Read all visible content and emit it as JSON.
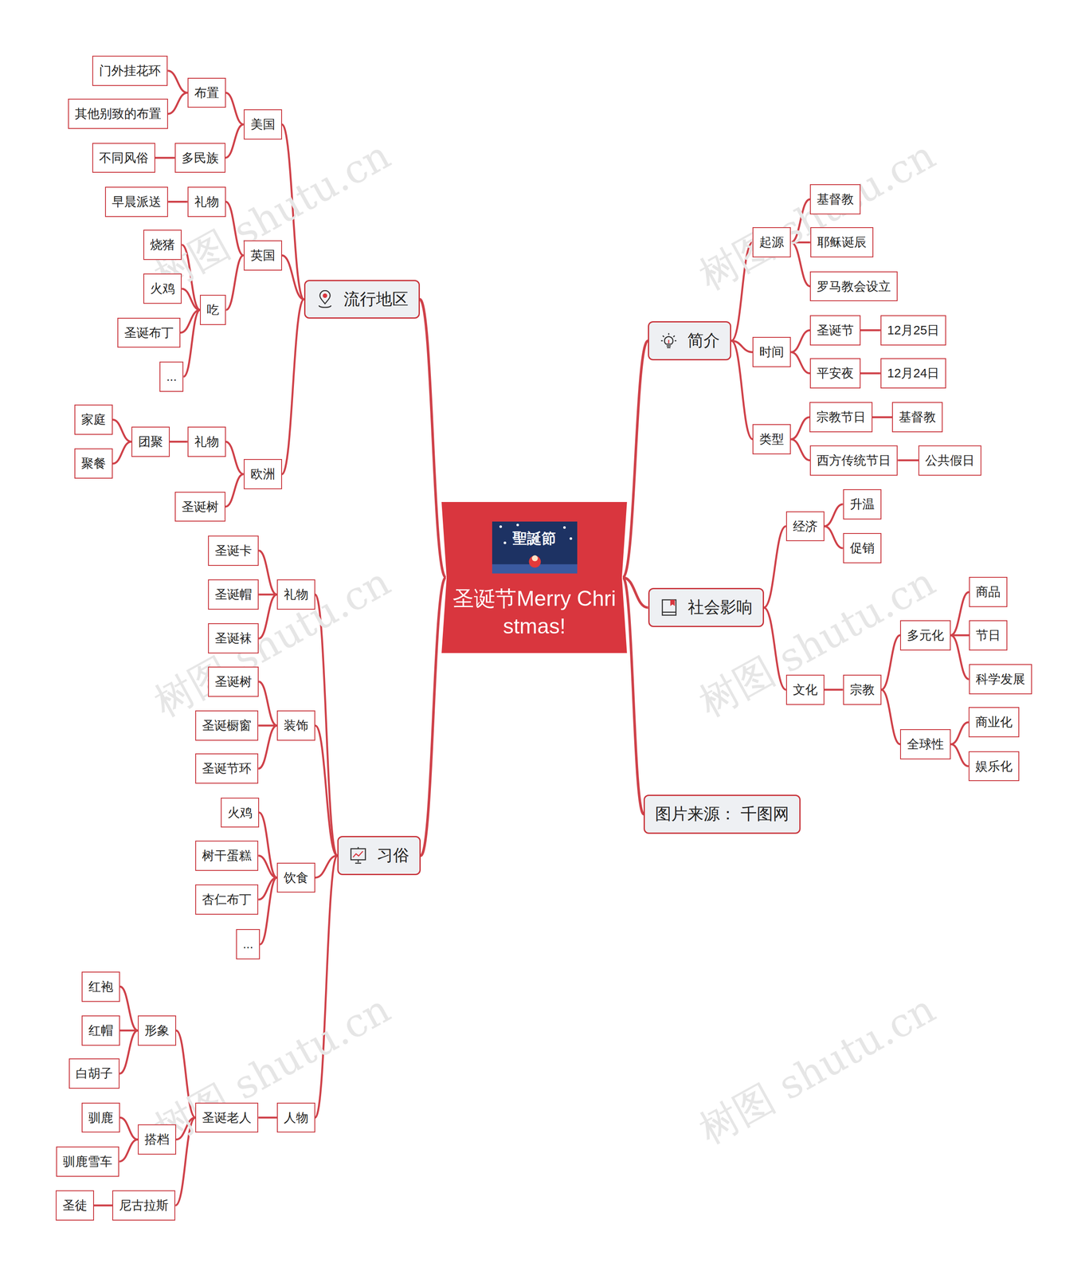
{
  "diagram": {
    "nodes": [
      {
        "text": [
          "圣诞节Merry Christmas!"
        ]
      },
      {
        "text": [
          "简介"
        ]
      },
      {
        "text": [
          "起源"
        ]
      },
      {
        "text": [
          "基督教"
        ]
      },
      {
        "text": [
          "耶稣诞辰"
        ]
      },
      {
        "text": [
          "罗马教会设立"
        ]
      },
      {
        "text": [
          "时间"
        ]
      },
      {
        "text": [
          "圣诞节"
        ]
      },
      {
        "text": [
          "12月25日"
        ]
      },
      {
        "text": [
          "平安夜"
        ]
      },
      {
        "text": [
          "12月24日"
        ]
      },
      {
        "text": [
          "类型"
        ]
      },
      {
        "text": [
          "宗教节日"
        ]
      },
      {
        "text": [
          "基督教"
        ]
      },
      {
        "text": [
          "西方传统节日"
        ]
      },
      {
        "text": [
          "公共假日"
        ]
      },
      {
        "text": [
          "社会影响"
        ]
      },
      {
        "text": [
          "经济"
        ]
      },
      {
        "text": [
          "升温"
        ]
      },
      {
        "text": [
          "促销"
        ]
      },
      {
        "text": [
          "文化"
        ]
      },
      {
        "text": [
          "宗教"
        ]
      },
      {
        "text": [
          "多元化"
        ]
      },
      {
        "text": [
          "商品"
        ]
      },
      {
        "text": [
          "节日"
        ]
      },
      {
        "text": [
          "科学发展"
        ]
      },
      {
        "text": [
          "全球性"
        ]
      },
      {
        "text": [
          "商业化"
        ]
      },
      {
        "text": [
          "娱乐化"
        ]
      },
      {
        "text": [
          "图片来源： 千图网"
        ]
      },
      {
        "text": [
          "流行地区"
        ]
      },
      {
        "text": [
          "美国"
        ]
      },
      {
        "text": [
          "布置"
        ]
      },
      {
        "text": [
          "门外挂花环"
        ]
      },
      {
        "text": [
          "其他别致的布置"
        ]
      },
      {
        "text": [
          "多民族"
        ]
      },
      {
        "text": [
          "不同风俗"
        ]
      },
      {
        "text": [
          "英国"
        ]
      },
      {
        "text": [
          "礼物"
        ]
      },
      {
        "text": [
          "早晨派送"
        ]
      },
      {
        "text": [
          "吃"
        ]
      },
      {
        "text": [
          "烧猪"
        ]
      },
      {
        "text": [
          "火鸡"
        ]
      },
      {
        "text": [
          "圣诞布丁"
        ]
      },
      {
        "text": [
          "..."
        ]
      },
      {
        "text": [
          "欧洲"
        ]
      },
      {
        "text": [
          "礼物"
        ]
      },
      {
        "text": [
          "团聚"
        ]
      },
      {
        "text": [
          "家庭"
        ]
      },
      {
        "text": [
          "聚餐"
        ]
      },
      {
        "text": [
          "圣诞树"
        ]
      },
      {
        "text": [
          "习俗"
        ]
      },
      {
        "text": [
          "礼物"
        ]
      },
      {
        "text": [
          "圣诞卡"
        ]
      },
      {
        "text": [
          "圣诞帽"
        ]
      },
      {
        "text": [
          "圣诞袜"
        ]
      },
      {
        "text": [
          "装饰"
        ]
      },
      {
        "text": [
          "圣诞树"
        ]
      },
      {
        "text": [
          "圣诞橱窗"
        ]
      },
      {
        "text": [
          "圣诞节环"
        ]
      },
      {
        "text": [
          "饮食"
        ]
      },
      {
        "text": [
          "火鸡"
        ]
      },
      {
        "text": [
          "树干蛋糕"
        ]
      },
      {
        "text": [
          "杏仁布丁"
        ]
      },
      {
        "text": [
          "..."
        ]
      },
      {
        "text": [
          "人物"
        ]
      },
      {
        "text": [
          "圣诞老人"
        ]
      },
      {
        "text": [
          "形象"
        ]
      },
      {
        "text": [
          "红袍"
        ]
      },
      {
        "text": [
          "红帽"
        ]
      },
      {
        "text": [
          "白胡子"
        ]
      },
      {
        "text": [
          "搭档"
        ]
      },
      {
        "text": [
          "驯鹿"
        ]
      },
      {
        "text": [
          "驯鹿雪车"
        ]
      },
      {
        "text": [
          "尼古拉斯"
        ]
      },
      {
        "text": [
          "圣徒"
        ]
      }
    ],
    "edges": [
      {
        "from": 0,
        "to": 1,
        "arrow": "none"
      },
      {
        "from": 1,
        "to": 2,
        "arrow": "none"
      },
      {
        "from": 2,
        "to": 3,
        "arrow": "none"
      },
      {
        "from": 2,
        "to": 4,
        "arrow": "none"
      },
      {
        "from": 2,
        "to": 5,
        "arrow": "none"
      },
      {
        "from": 1,
        "to": 6,
        "arrow": "none"
      },
      {
        "from": 6,
        "to": 7,
        "arrow": "none"
      },
      {
        "from": 7,
        "to": 8,
        "arrow": "none"
      },
      {
        "from": 6,
        "to": 9,
        "arrow": "none"
      },
      {
        "from": 9,
        "to": 10,
        "arrow": "none"
      },
      {
        "from": 1,
        "to": 11,
        "arrow": "none"
      },
      {
        "from": 11,
        "to": 12,
        "arrow": "none"
      },
      {
        "from": 12,
        "to": 13,
        "arrow": "none"
      },
      {
        "from": 11,
        "to": 14,
        "arrow": "none"
      },
      {
        "from": 14,
        "to": 15,
        "arrow": "none"
      },
      {
        "from": 0,
        "to": 16,
        "arrow": "none"
      },
      {
        "from": 16,
        "to": 17,
        "arrow": "none"
      },
      {
        "from": 17,
        "to": 18,
        "arrow": "none"
      },
      {
        "from": 17,
        "to": 19,
        "arrow": "none"
      },
      {
        "from": 16,
        "to": 20,
        "arrow": "none"
      },
      {
        "from": 20,
        "to": 21,
        "arrow": "none"
      },
      {
        "from": 21,
        "to": 22,
        "arrow": "none"
      },
      {
        "from": 22,
        "to": 23,
        "arrow": "none"
      },
      {
        "from": 22,
        "to": 24,
        "arrow": "none"
      },
      {
        "from": 22,
        "to": 25,
        "arrow": "none"
      },
      {
        "from": 21,
        "to": 26,
        "arrow": "none"
      },
      {
        "from": 26,
        "to": 27,
        "arrow": "none"
      },
      {
        "from": 26,
        "to": 28,
        "arrow": "none"
      },
      {
        "from": 0,
        "to": 29,
        "arrow": "none"
      },
      {
        "from": 0,
        "to": 30,
        "arrow": "none"
      },
      {
        "from": 30,
        "to": 31,
        "arrow": "none"
      },
      {
        "from": 31,
        "to": 32,
        "arrow": "none"
      },
      {
        "from": 32,
        "to": 33,
        "arrow": "none"
      },
      {
        "from": 32,
        "to": 34,
        "arrow": "none"
      },
      {
        "from": 31,
        "to": 35,
        "arrow": "none"
      },
      {
        "from": 35,
        "to": 36,
        "arrow": "none"
      },
      {
        "from": 30,
        "to": 37,
        "arrow": "none"
      },
      {
        "from": 37,
        "to": 38,
        "arrow": "none"
      },
      {
        "from": 38,
        "to": 39,
        "arrow": "none"
      },
      {
        "from": 37,
        "to": 40,
        "arrow": "none"
      },
      {
        "from": 40,
        "to": 41,
        "arrow": "none"
      },
      {
        "from": 40,
        "to": 42,
        "arrow": "none"
      },
      {
        "from": 40,
        "to": 43,
        "arrow": "none"
      },
      {
        "from": 40,
        "to": 44,
        "arrow": "none"
      },
      {
        "from": 30,
        "to": 45,
        "arrow": "none"
      },
      {
        "from": 45,
        "to": 46,
        "arrow": "none"
      },
      {
        "from": 46,
        "to": 47,
        "arrow": "none"
      },
      {
        "from": 47,
        "to": 48,
        "arrow": "none"
      },
      {
        "from": 47,
        "to": 49,
        "arrow": "none"
      },
      {
        "from": 45,
        "to": 50,
        "arrow": "none"
      },
      {
        "from": 0,
        "to": 51,
        "arrow": "none"
      },
      {
        "from": 51,
        "to": 52,
        "arrow": "none"
      },
      {
        "from": 52,
        "to": 53,
        "arrow": "none"
      },
      {
        "from": 52,
        "to": 54,
        "arrow": "none"
      },
      {
        "from": 52,
        "to": 55,
        "arrow": "none"
      },
      {
        "from": 51,
        "to": 56,
        "arrow": "none"
      },
      {
        "from": 56,
        "to": 57,
        "arrow": "none"
      },
      {
        "from": 56,
        "to": 58,
        "arrow": "none"
      },
      {
        "from": 56,
        "to": 59,
        "arrow": "none"
      },
      {
        "from": 51,
        "to": 60,
        "arrow": "none"
      },
      {
        "from": 60,
        "to": 61,
        "arrow": "none"
      },
      {
        "from": 60,
        "to": 62,
        "arrow": "none"
      },
      {
        "from": 60,
        "to": 63,
        "arrow": "none"
      },
      {
        "from": 60,
        "to": 64,
        "arrow": "none"
      },
      {
        "from": 51,
        "to": 65,
        "arrow": "none"
      },
      {
        "from": 65,
        "to": 66,
        "arrow": "none"
      },
      {
        "from": 66,
        "to": 67,
        "arrow": "none"
      },
      {
        "from": 67,
        "to": 68,
        "arrow": "none"
      },
      {
        "from": 67,
        "to": 69,
        "arrow": "none"
      },
      {
        "from": 67,
        "to": 70,
        "arrow": "none"
      },
      {
        "from": 66,
        "to": 71,
        "arrow": "none"
      },
      {
        "from": 71,
        "to": 72,
        "arrow": "none"
      },
      {
        "from": 71,
        "to": 73,
        "arrow": "none"
      },
      {
        "from": 66,
        "to": 74,
        "arrow": "none"
      },
      {
        "from": 74,
        "to": 75,
        "arrow": "none"
      }
    ],
    "labels": [
      "树图 shutu.cn",
      "树图 shutu.cn",
      "树图 shutu.cn",
      "树图 shutu.cn",
      "树图 shutu.cn",
      "树图 shutu.cn",
      "聖誕節"
    ]
  }
}
